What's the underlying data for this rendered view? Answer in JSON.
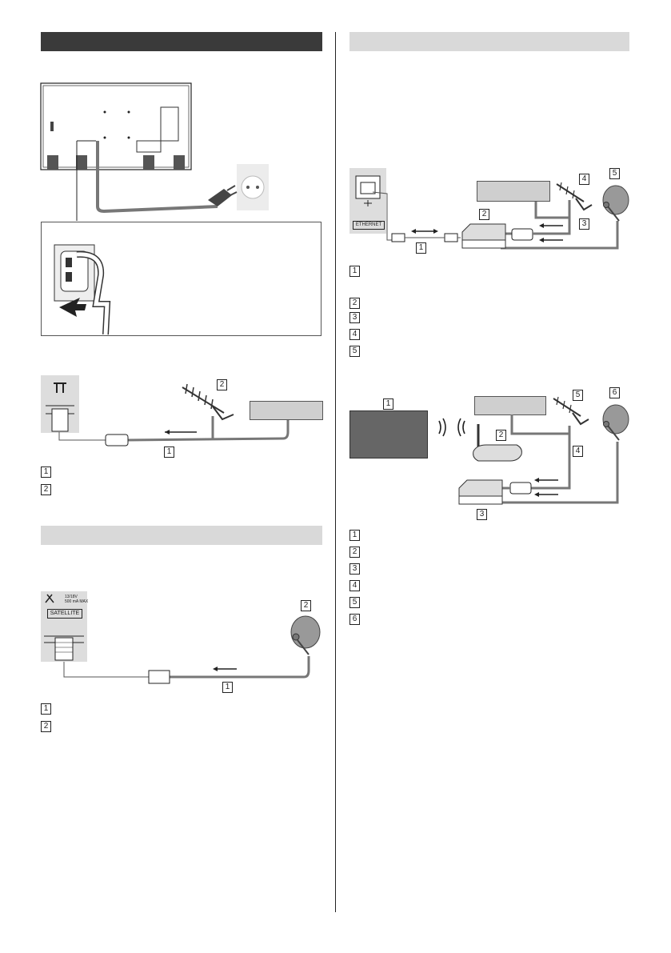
{
  "labels": {
    "one": "1",
    "two": "2",
    "three": "3",
    "four": "4",
    "five": "5",
    "six": "6"
  },
  "panel": {
    "ethernet": "ETHERNET",
    "satellite": "SATELLITE",
    "satellite_rating_line1": "13/18V",
    "satellite_rating_line2": "500 mA MAX"
  },
  "colors": {
    "section_dark": "#3a3a3a",
    "section_light": "#d9d9d9",
    "cable": "#6b6b6b",
    "tv_screen": "#666666"
  },
  "icons": {
    "antenna": "antenna-icon",
    "satellite_dish": "satellite-dish-icon",
    "router": "router-icon",
    "set_top_box": "set-top-box-icon",
    "wall_socket": "wall-socket-icon",
    "mains_plug": "mains-plug-icon",
    "wireless": "wireless-signal-icon"
  }
}
